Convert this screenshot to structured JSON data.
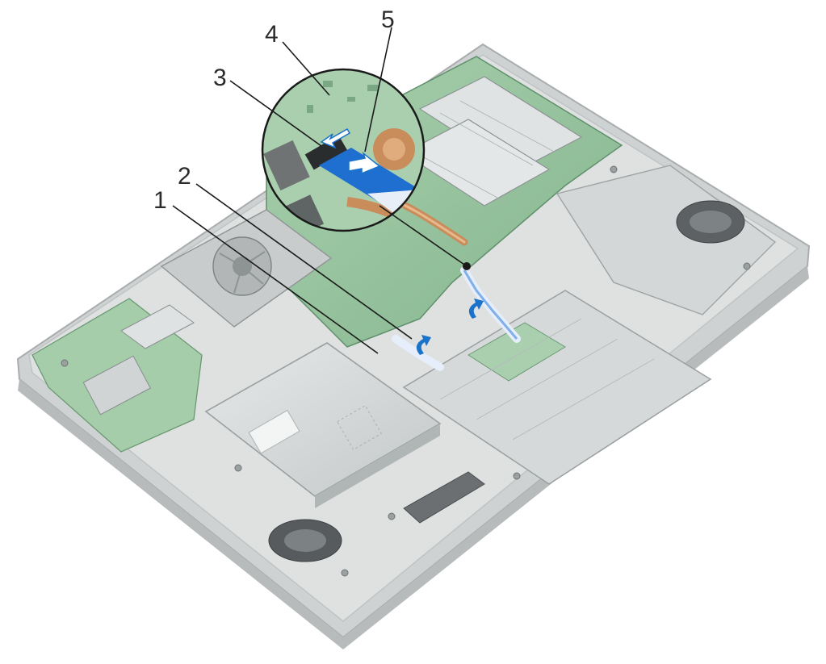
{
  "callouts": [
    {
      "id": "1",
      "label": "1"
    },
    {
      "id": "2",
      "label": "2"
    },
    {
      "id": "3",
      "label": "3"
    },
    {
      "id": "4",
      "label": "4"
    },
    {
      "id": "5",
      "label": "5"
    }
  ],
  "colors": {
    "chassis": "#d9dcdc",
    "chassis_edge": "#b9bdbe",
    "board": "#9fc9a6",
    "board_dark": "#6f9f7a",
    "metal": "#cfd3d4",
    "cable_blue": "#1f6fd0",
    "cable_blue_light": "#76a9e6",
    "arrow_blue": "#1a72c9",
    "copper": "#d8a070",
    "leader": "#1a1a1a"
  },
  "icons": [
    "push-arrow-icon",
    "lift-arrow-icon",
    "slide-arrow-icon"
  ]
}
